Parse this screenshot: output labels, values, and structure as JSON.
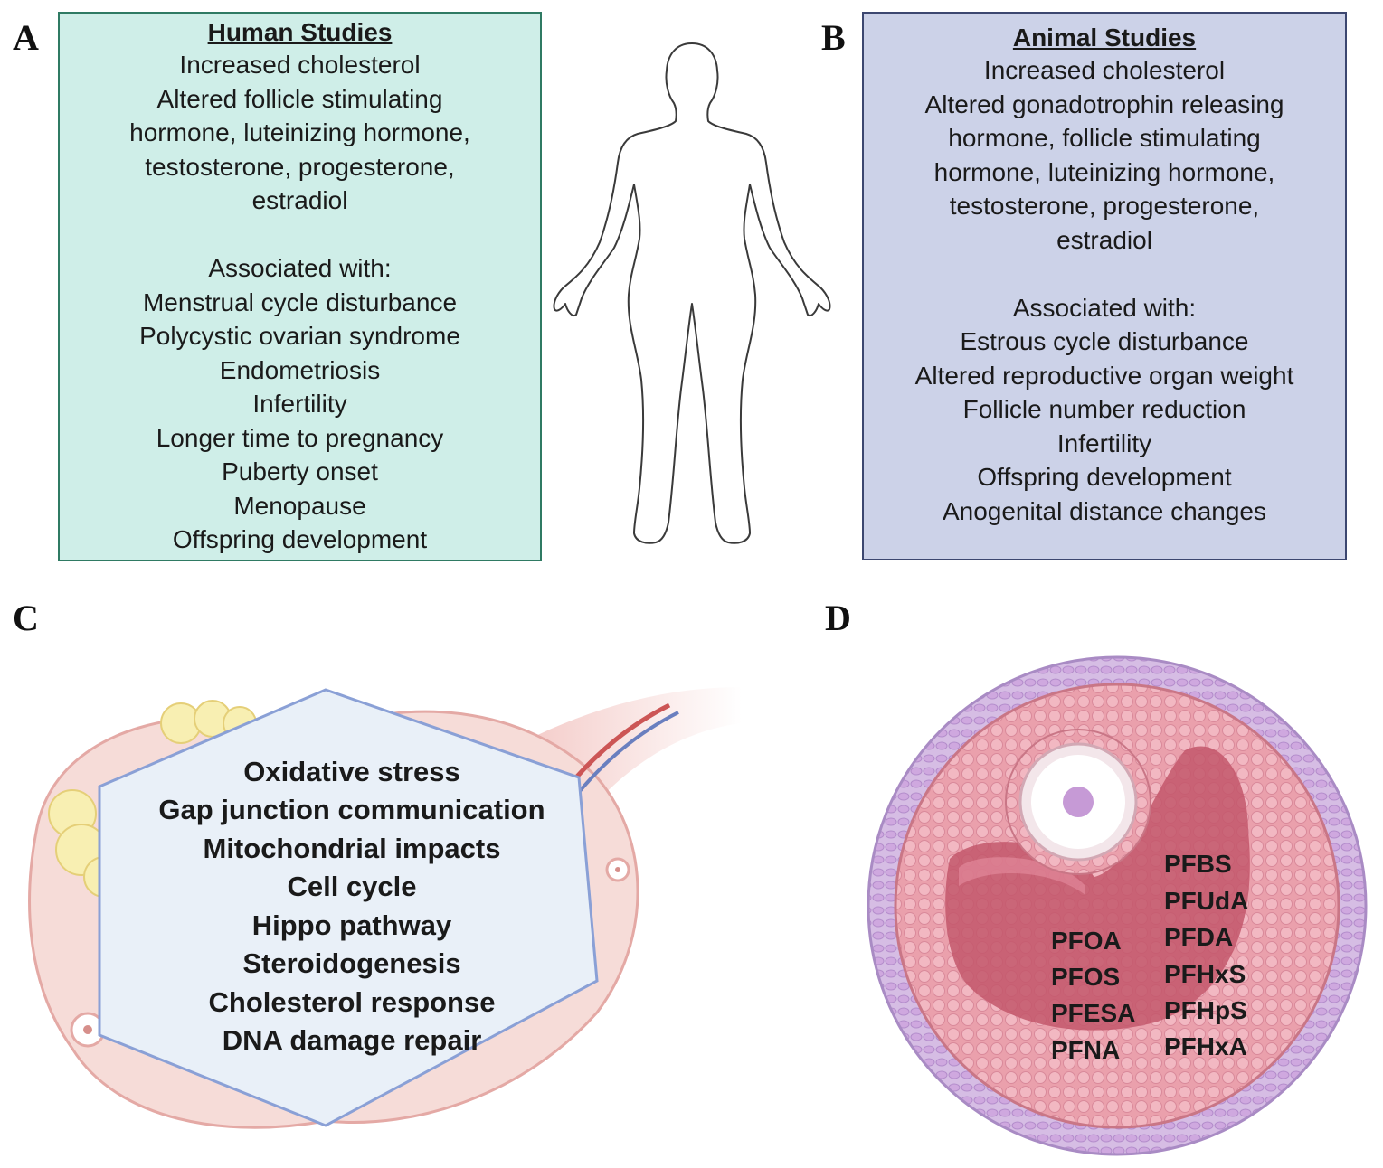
{
  "panels": {
    "a": {
      "letter": "A",
      "title": "Human Studies",
      "effects": [
        "Increased cholesterol",
        "Altered follicle stimulating",
        "hormone, luteinizing hormone,",
        "testosterone, progesterone,",
        "estradiol"
      ],
      "assoc_header": "Associated with:",
      "associations": [
        "Menstrual cycle disturbance",
        "Polycystic ovarian syndrome",
        "Endometriosis",
        "Infertility",
        "Longer time to pregnancy",
        "Puberty onset",
        "Menopause",
        "Offspring development"
      ]
    },
    "b": {
      "letter": "B",
      "title": "Animal Studies",
      "effects": [
        "Increased cholesterol",
        "Altered gonadotrophin releasing",
        "hormone, follicle stimulating",
        "hormone, luteinizing hormone,",
        "testosterone, progesterone,",
        "estradiol"
      ],
      "assoc_header": "Associated with:",
      "associations": [
        "Estrous cycle disturbance",
        "Altered reproductive organ weight",
        "Follicle number reduction",
        "Infertility",
        "Offspring development",
        "Anogenital distance changes"
      ]
    },
    "c": {
      "letter": "C",
      "mechanisms": [
        "Oxidative stress",
        "Gap junction communication",
        "Mitochondrial impacts",
        "Cell cycle",
        "Hippo pathway",
        "Steroidogenesis",
        "Cholesterol response",
        "DNA damage repair"
      ]
    },
    "d": {
      "letter": "D",
      "pfas_left": [
        "PFOA",
        "PFOS",
        "PFESA",
        "PFNA"
      ],
      "pfas_right": [
        "PFBS",
        "PFUdA",
        "PFDA",
        "PFHxS",
        "PFHpS",
        "PFHxA"
      ]
    }
  }
}
